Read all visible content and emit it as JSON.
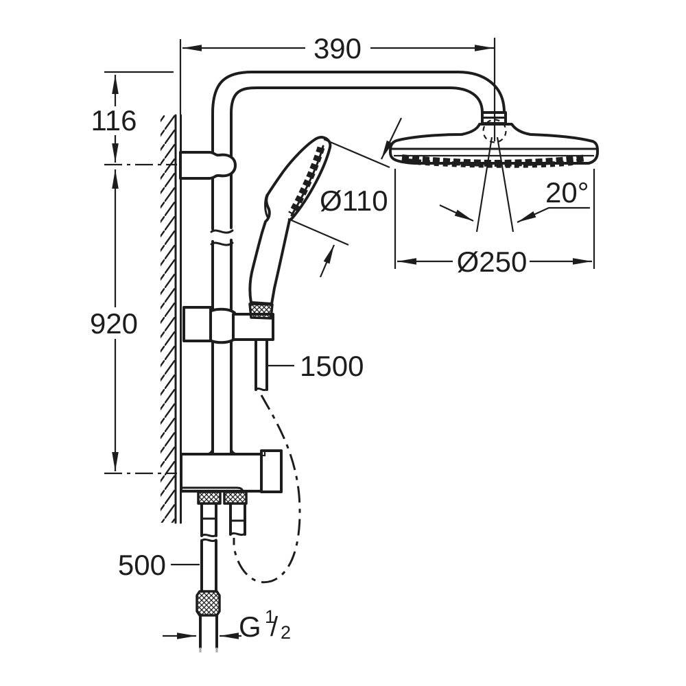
{
  "drawing": {
    "title": "Shower system technical dimension drawing",
    "background": "#ffffff",
    "line_color": "#1d1d1d",
    "labels": {
      "arm_reach": "390",
      "head_offset": "116",
      "rail_length": "920",
      "hand_shower_diameter": "Ø110",
      "spray_angle": "20°",
      "head_diameter": "Ø250",
      "shower_hose_length": "1500",
      "supply_hose_length": "500",
      "thread": {
        "g": "G",
        "numerator": "1",
        "slash": "/",
        "denominator": "2"
      }
    }
  }
}
